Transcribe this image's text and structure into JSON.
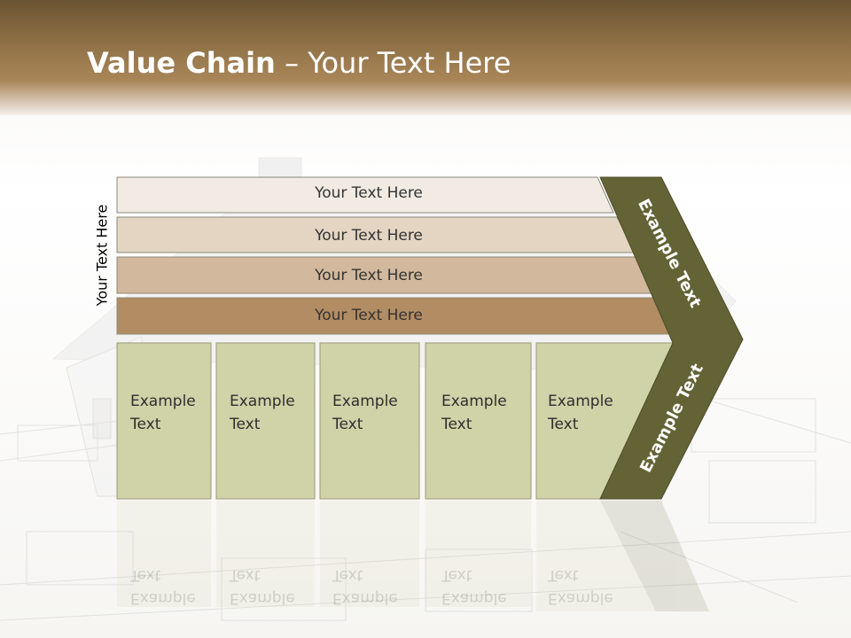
{
  "title": {
    "bold": "Value Chain",
    "rest": " – Your Text Here"
  },
  "side_label": "Your Text Here",
  "bands": [
    "Your Text Here",
    "Your Text Here",
    "Your Text Here",
    "Your Text Here"
  ],
  "activities": [
    {
      "line1": "Example",
      "line2": "Text"
    },
    {
      "line1": "Example",
      "line2": "Text"
    },
    {
      "line1": "Example",
      "line2": "Text"
    },
    {
      "line1": "Example",
      "line2": "Text"
    },
    {
      "line1": "Example",
      "line2": "Text"
    }
  ],
  "margin_upper": "Example Text",
  "margin_lower": "Example Text",
  "reflection": {
    "word1": "Example",
    "word2": "Text"
  },
  "colors": {
    "header": "#8d6f45",
    "band1": "#f1ebe3",
    "band2": "#e3d5c2",
    "band3": "#d2b89c",
    "band4": "#b28c62",
    "activity": "#d0d2a8",
    "chevron": "#646336"
  }
}
